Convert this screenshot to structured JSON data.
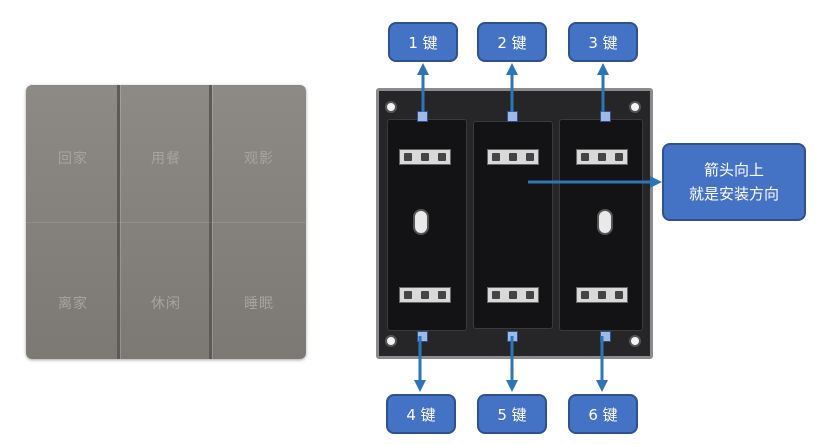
{
  "front_panel": {
    "keys": [
      {
        "label": "回家"
      },
      {
        "label": "用餐"
      },
      {
        "label": "观影"
      },
      {
        "label": "离家"
      },
      {
        "label": "休闲"
      },
      {
        "label": "睡眠"
      }
    ]
  },
  "callouts": {
    "keys": [
      "1 键",
      "2 键",
      "3 键",
      "4 键",
      "5 键",
      "6 键"
    ],
    "note_line1": "箭头向上",
    "note_line2": "就是安装方向"
  },
  "colors": {
    "callout_fill": "#4472c4",
    "callout_border": "#2f528f",
    "arrow": "#2e75b6",
    "panel_front": "#858280",
    "panel_back": "#262628"
  }
}
